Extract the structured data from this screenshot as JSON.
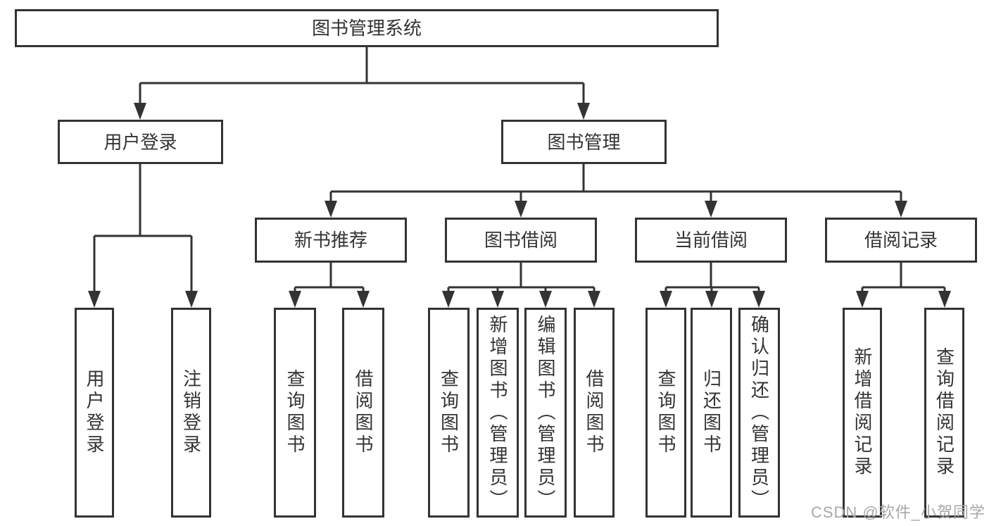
{
  "diagram": {
    "title": "图书管理系统",
    "tree": {
      "label": "图书管理系统",
      "children": [
        {
          "label": "用户登录",
          "children": [
            {
              "label": "用户登录"
            },
            {
              "label": "注销登录"
            }
          ]
        },
        {
          "label": "图书管理",
          "children": [
            {
              "label": "新书推荐",
              "children": [
                {
                  "label": "查询图书"
                },
                {
                  "label": "借阅图书"
                }
              ]
            },
            {
              "label": "图书借阅",
              "children": [
                {
                  "label": "查询图书"
                },
                {
                  "label": "新增图书（管理员）"
                },
                {
                  "label": "编辑图书（管理员）"
                },
                {
                  "label": "借阅图书"
                }
              ]
            },
            {
              "label": "当前借阅",
              "children": [
                {
                  "label": "查询图书"
                },
                {
                  "label": "归还图书"
                },
                {
                  "label": "确认归还（管理员）"
                }
              ]
            },
            {
              "label": "借阅记录",
              "children": [
                {
                  "label": "新增借阅记录"
                },
                {
                  "label": "查询借阅记录"
                }
              ]
            }
          ]
        }
      ]
    }
  },
  "watermark": {
    "text": "CSDN @软件_小贺同学"
  },
  "colors": {
    "line_color": "#333333",
    "text_color": "#333333",
    "watermark_color": "#a8a8a8",
    "background_color": "#ffffff"
  }
}
